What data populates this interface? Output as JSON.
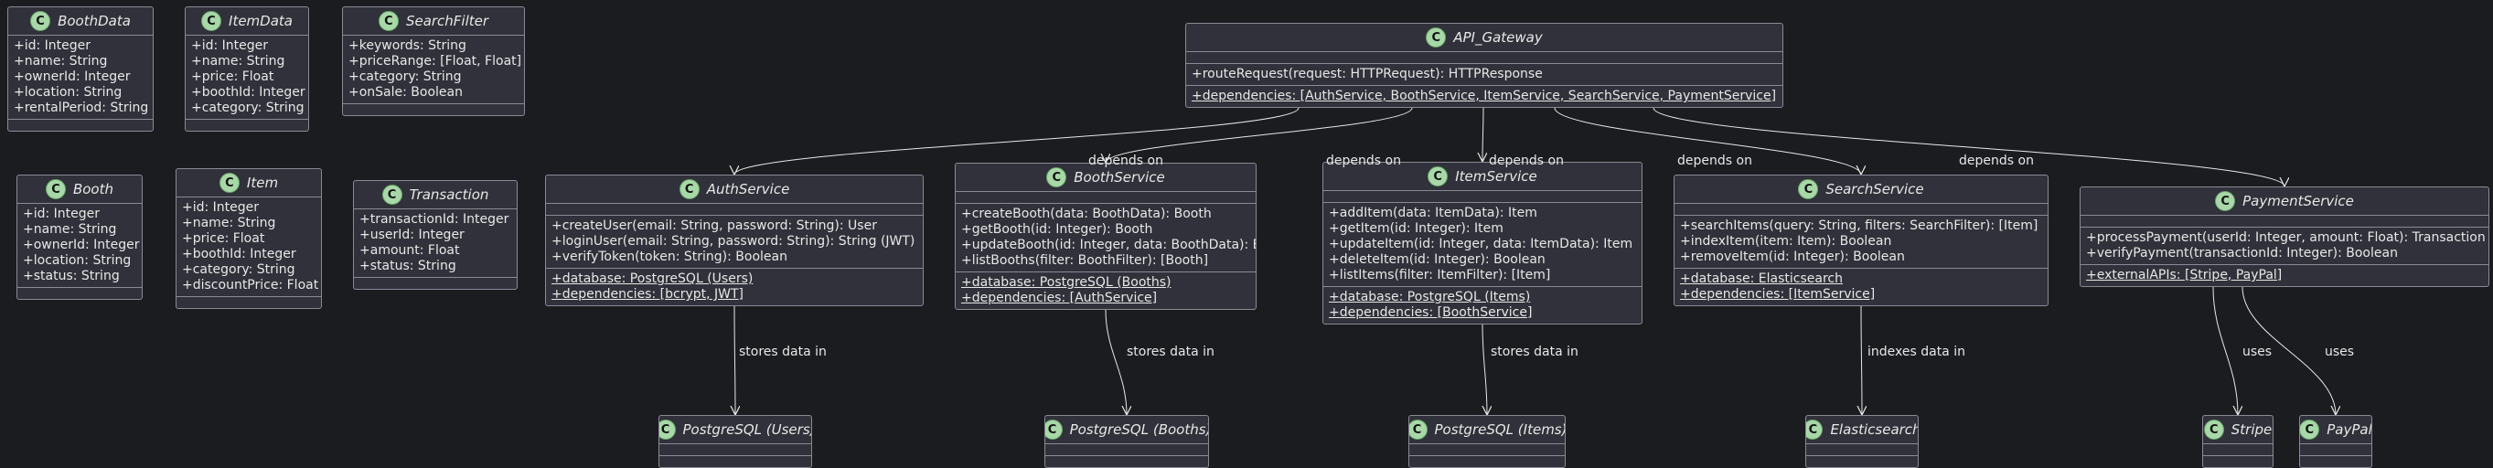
{
  "visibility_marker": "+",
  "class_badge": "C",
  "edge_labels": {
    "depends": "depends on",
    "stores": "stores data in",
    "indexes": "indexes data in",
    "uses": "uses"
  },
  "classes": {
    "BoothData": {
      "name": "BoothData",
      "attributes": [
        "id: Integer",
        "name: String",
        "ownerId: Integer",
        "location: String",
        "rentalPeriod: String"
      ],
      "methods": [],
      "statics": []
    },
    "ItemData": {
      "name": "ItemData",
      "attributes": [
        "id: Integer",
        "name: String",
        "price: Float",
        "boothId: Integer",
        "category: String"
      ],
      "methods": [],
      "statics": []
    },
    "SearchFilter": {
      "name": "SearchFilter",
      "attributes": [
        "keywords: String",
        "priceRange: [Float, Float]",
        "category: String",
        "onSale: Boolean"
      ],
      "methods": [],
      "statics": []
    },
    "Booth": {
      "name": "Booth",
      "attributes": [
        "id: Integer",
        "name: String",
        "ownerId: Integer",
        "location: String",
        "status: String"
      ],
      "methods": [],
      "statics": []
    },
    "Item": {
      "name": "Item",
      "attributes": [
        "id: Integer",
        "name: String",
        "price: Float",
        "boothId: Integer",
        "category: String",
        "discountPrice: Float"
      ],
      "methods": [],
      "statics": []
    },
    "Transaction": {
      "name": "Transaction",
      "attributes": [
        "transactionId: Integer",
        "userId: Integer",
        "amount: Float",
        "status: String"
      ],
      "methods": [],
      "statics": []
    },
    "API_Gateway": {
      "name": "API_Gateway",
      "attributes": [],
      "methods": [
        "routeRequest(request: HTTPRequest): HTTPResponse"
      ],
      "statics": [
        "dependencies: [AuthService, BoothService, ItemService, SearchService, PaymentService]"
      ]
    },
    "AuthService": {
      "name": "AuthService",
      "attributes": [],
      "methods": [
        "createUser(email: String, password: String): User",
        "loginUser(email: String, password: String): String (JWT)",
        "verifyToken(token: String): Boolean"
      ],
      "statics": [
        "database: PostgreSQL (Users)",
        "dependencies: [bcrypt, JWT]"
      ]
    },
    "BoothService": {
      "name": "BoothService",
      "attributes": [],
      "methods": [
        "createBooth(data: BoothData): Booth",
        "getBooth(id: Integer): Booth",
        "updateBooth(id: Integer, data: BoothData): Booth",
        "listBooths(filter: BoothFilter): [Booth]"
      ],
      "statics": [
        "database: PostgreSQL (Booths)",
        "dependencies: [AuthService]"
      ]
    },
    "ItemService": {
      "name": "ItemService",
      "attributes": [],
      "methods": [
        "addItem(data: ItemData): Item",
        "getItem(id: Integer): Item",
        "updateItem(id: Integer, data: ItemData): Item",
        "deleteItem(id: Integer): Boolean",
        "listItems(filter: ItemFilter): [Item]"
      ],
      "statics": [
        "database: PostgreSQL (Items)",
        "dependencies: [BoothService]"
      ]
    },
    "SearchService": {
      "name": "SearchService",
      "attributes": [],
      "methods": [
        "searchItems(query: String, filters: SearchFilter): [Item]",
        "indexItem(item: Item): Boolean",
        "removeItem(id: Integer): Boolean"
      ],
      "statics": [
        "database: Elasticsearch",
        "dependencies: [ItemService]"
      ]
    },
    "PaymentService": {
      "name": "PaymentService",
      "attributes": [],
      "methods": [
        "processPayment(userId: Integer, amount: Float): Transaction",
        "verifyPayment(transactionId: Integer): Boolean"
      ],
      "statics": [
        "externalAPIs: [Stripe, PayPal]"
      ]
    },
    "PgUsers": {
      "name": "PostgreSQL (Users)",
      "attributes": [],
      "methods": [],
      "statics": []
    },
    "PgBooths": {
      "name": "PostgreSQL (Booths)",
      "attributes": [],
      "methods": [],
      "statics": []
    },
    "PgItems": {
      "name": "PostgreSQL (Items)",
      "attributes": [],
      "methods": [],
      "statics": []
    },
    "Elasticsearch": {
      "name": "Elasticsearch",
      "attributes": [],
      "methods": [],
      "statics": []
    },
    "Stripe": {
      "name": "Stripe",
      "attributes": [],
      "methods": [],
      "statics": []
    },
    "PayPal": {
      "name": "PayPal",
      "attributes": [],
      "methods": [],
      "statics": []
    }
  },
  "edges": [
    {
      "from": "API_Gateway",
      "to": "AuthService",
      "label": "depends"
    },
    {
      "from": "API_Gateway",
      "to": "BoothService",
      "label": "depends"
    },
    {
      "from": "API_Gateway",
      "to": "ItemService",
      "label": "depends"
    },
    {
      "from": "API_Gateway",
      "to": "SearchService",
      "label": "depends"
    },
    {
      "from": "API_Gateway",
      "to": "PaymentService",
      "label": "depends"
    },
    {
      "from": "AuthService",
      "to": "PgUsers",
      "label": "stores"
    },
    {
      "from": "BoothService",
      "to": "PgBooths",
      "label": "stores"
    },
    {
      "from": "ItemService",
      "to": "PgItems",
      "label": "stores"
    },
    {
      "from": "SearchService",
      "to": "Elasticsearch",
      "label": "indexes"
    },
    {
      "from": "PaymentService",
      "to": "Stripe",
      "label": "uses"
    },
    {
      "from": "PaymentService",
      "to": "PayPal",
      "label": "uses"
    }
  ]
}
